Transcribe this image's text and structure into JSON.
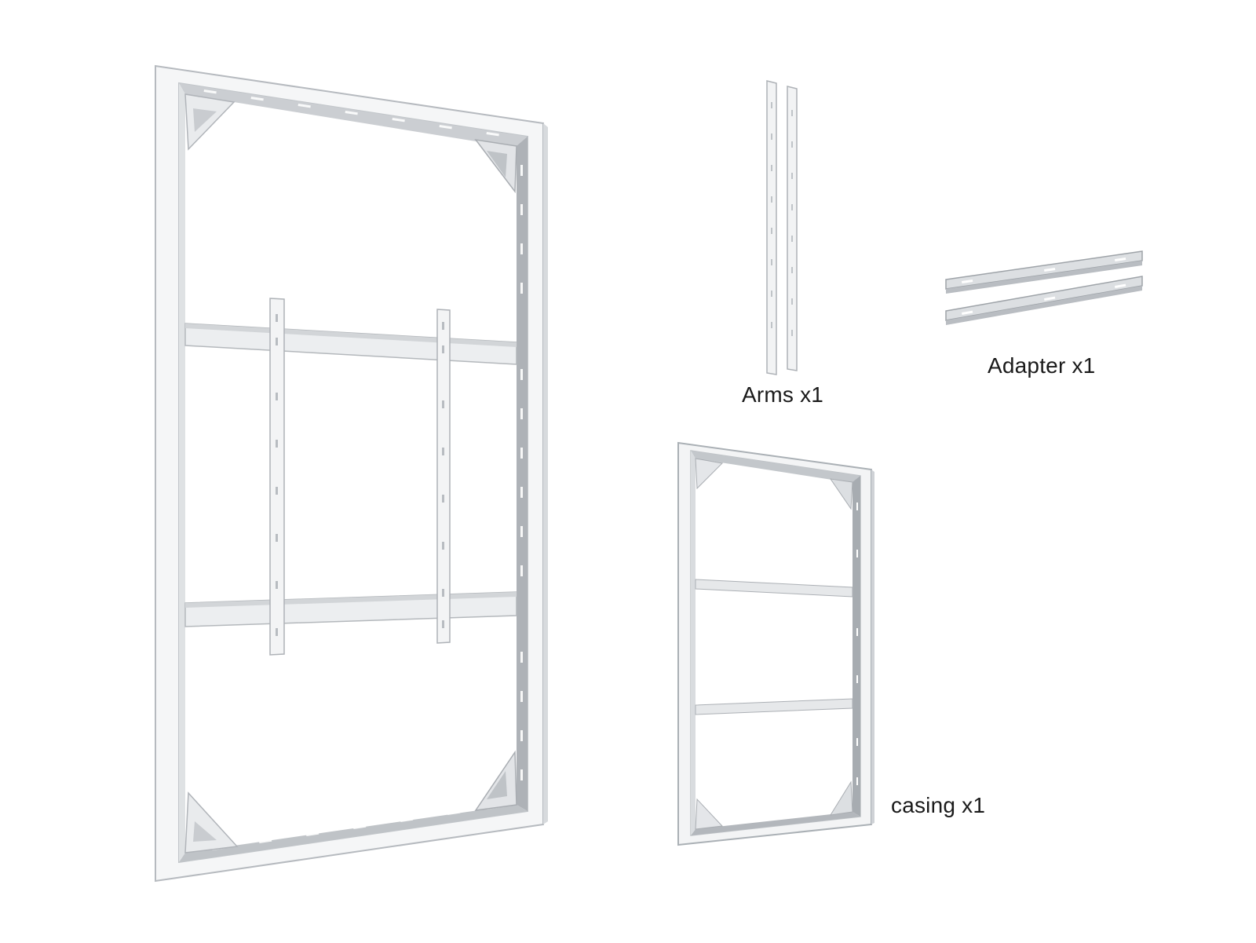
{
  "parts": [
    {
      "key": "arms",
      "label": "Arms x1"
    },
    {
      "key": "adapter",
      "label": "Adapter x1"
    },
    {
      "key": "casing",
      "label": "casing x1"
    }
  ],
  "colors": {
    "background": "#ffffff",
    "frame_face": "#f4f5f6",
    "frame_inner": "#c9ccd0",
    "frame_shadow": "#a9adb2",
    "rail": "#e6e8ea",
    "rail_dark": "#b8bcc1",
    "adapter": "#cfd2d6",
    "label_text": "#1a1a1a"
  }
}
